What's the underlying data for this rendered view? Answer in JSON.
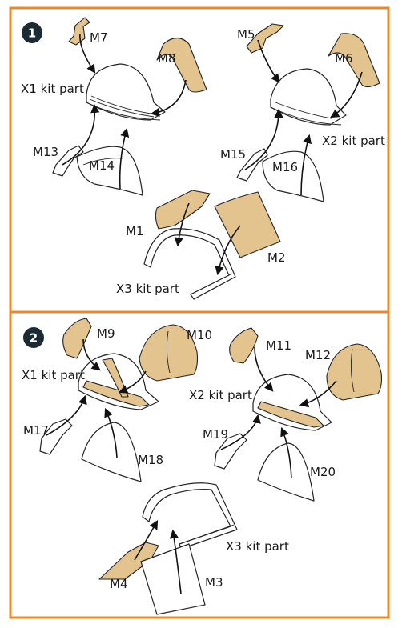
{
  "colors": {
    "frame": "#e8892b",
    "etch": "#e3c48f",
    "badge": "#1c2b33"
  },
  "steps": [
    {
      "number": "1",
      "labels": {
        "m7": "M7",
        "m8": "M8",
        "x1": "X1 kit part",
        "m13": "M13",
        "m14": "M14",
        "m5": "M5",
        "m6": "M6",
        "x2": "X2 kit part",
        "m15": "M15",
        "m16": "M16",
        "m1": "M1",
        "m2": "M2",
        "x3": "X3 kit part"
      }
    },
    {
      "number": "2",
      "labels": {
        "m9": "M9",
        "m10": "M10",
        "x1": "X1 kit part",
        "m17": "M17",
        "m18": "M18",
        "m11": "M11",
        "m12": "M12",
        "x2": "X2 kit part",
        "m19": "M19",
        "m20": "M20",
        "x3": "X3 kit part",
        "m4": "M4",
        "m3": "M3"
      }
    }
  ]
}
